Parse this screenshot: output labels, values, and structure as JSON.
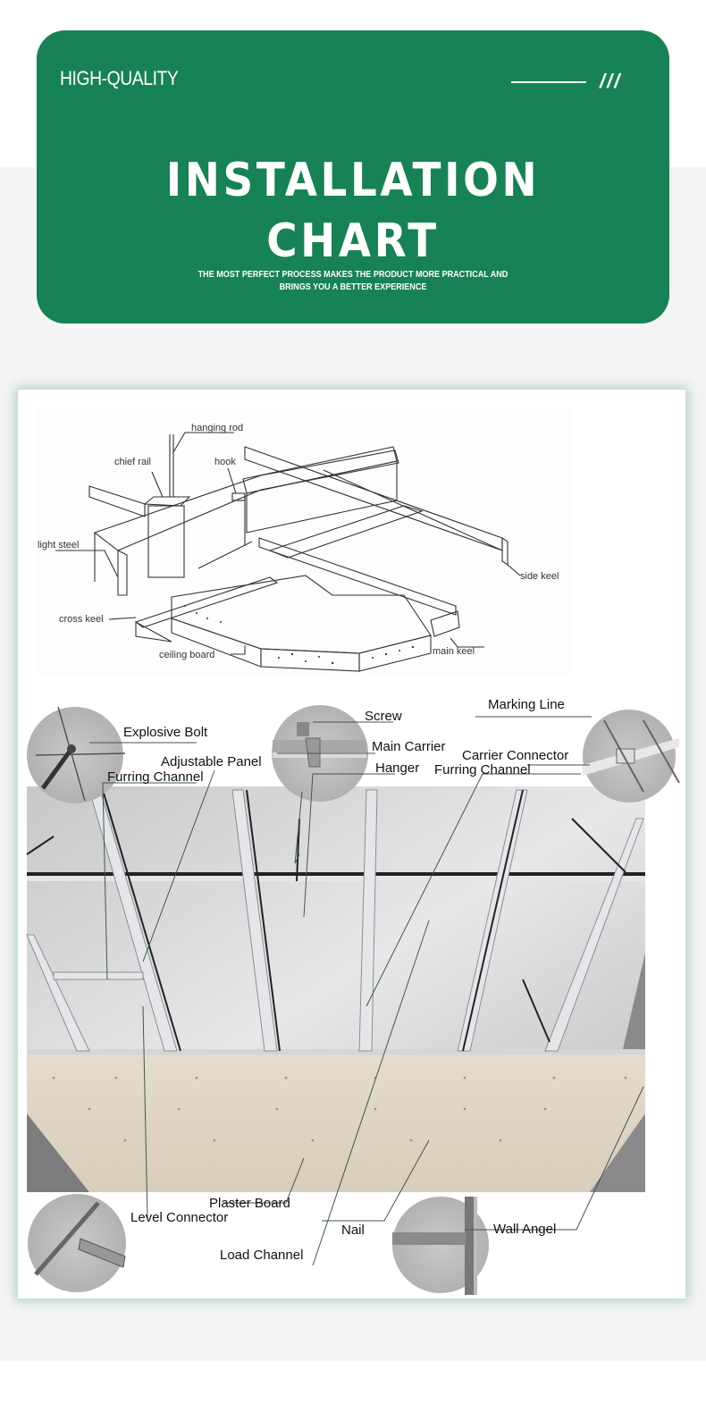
{
  "banner": {
    "tagline": "HIGH-QUALITY",
    "decoration": "///",
    "title_line1": "INSTALLATION",
    "title_line2": "CHART",
    "subtitle_line1": "THE MOST PERFECT PROCESS MAKES THE PRODUCT MORE PRACTICAL AND",
    "subtitle_line2": "BRINGS YOU A BETTER EXPERIENCE",
    "color": "#168255"
  },
  "diagram_top": {
    "labels": {
      "hanging_rod": "hanging rod",
      "chief_rail": "chief rail",
      "hook": "hook",
      "light_steel": "light steel",
      "side_keel": "side keel",
      "cross_keel": "cross keel",
      "ceiling_board": "ceiling board",
      "main_keel": "main keel"
    }
  },
  "diagram_bottom": {
    "labels": {
      "explosive_bolt": "Explosive Bolt",
      "adjustable_panel": "Adjustable Panel",
      "furring_channel_left": "Furring Channel",
      "screw": "Screw",
      "main_carrier": "Main Carrier",
      "hanger": "Hanger",
      "marking_line": "Marking Line",
      "carrier_connector": "Carrier Connector",
      "furring_channel_right": "Furring Channel",
      "plaster_board": "Plaster Board",
      "level_connector": "Level Connector",
      "nail": "Nail",
      "load_channel": "Load Channel",
      "wall_angel": "Wall Angel"
    }
  }
}
